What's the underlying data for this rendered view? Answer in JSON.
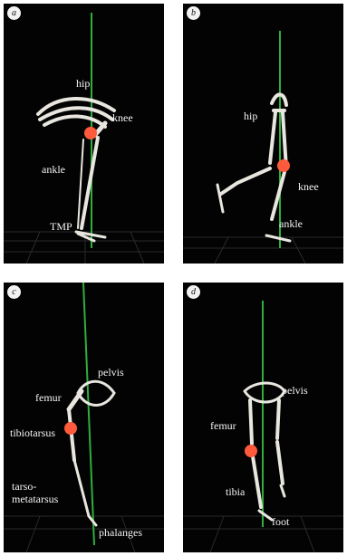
{
  "panels": [
    {
      "id": "a",
      "labels": {
        "hip": "hip",
        "knee": "knee",
        "ankle": "ankle",
        "tmp": "TMP"
      }
    },
    {
      "id": "b",
      "labels": {
        "hip": "hip",
        "knee": "knee",
        "ankle": "ankle"
      }
    },
    {
      "id": "c",
      "labels": {
        "pelvis": "pelvis",
        "femur": "femur",
        "tibiotarsus": "tibiotarsus",
        "tarso_1": "tarso-",
        "tarso_2": "metatarsus",
        "phalanges": "phalanges"
      }
    },
    {
      "id": "d",
      "labels": {
        "pelvis": "pelvis",
        "femur": "femur",
        "tibia": "tibia",
        "foot": "foot"
      }
    }
  ],
  "colors": {
    "background": "#030303",
    "bone": "#e8e6df",
    "center_of_mass": "#ff5a3c",
    "vertical_line": "#2fae3e",
    "grid": "#3a3a3a"
  }
}
